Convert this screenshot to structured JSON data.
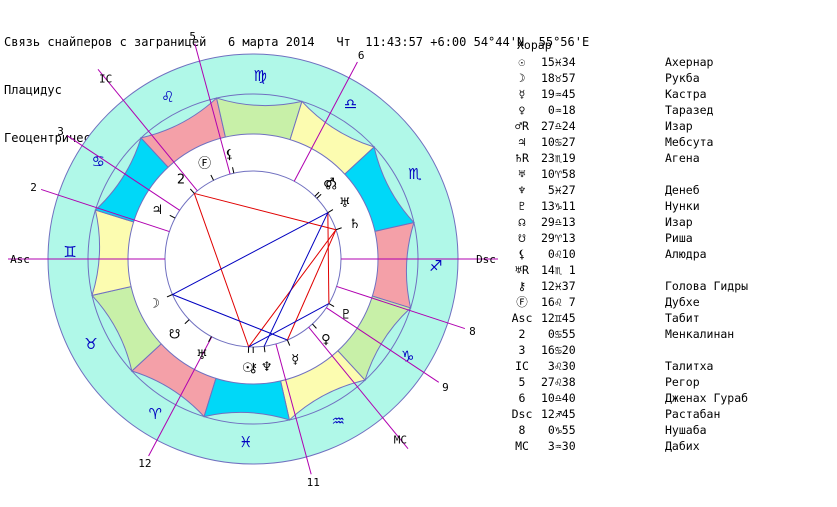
{
  "header": {
    "line1": "Связь снайперов с заграницей   6 марта 2014   Чт  11:43:57 +6:00 54°44'N  55°56'E",
    "line2": "Плацидус",
    "line3": "Геоцентрическая"
  },
  "chart": {
    "zodiac_colors": {
      "fire": "#f4a0a8",
      "earth": "#c8f0a8",
      "air": "#fcfcb0",
      "water": "#00d8f8",
      "band": "#b0f8e8"
    },
    "house_labels": [
      {
        "label": "Asc"
      },
      {
        "label": "2"
      },
      {
        "label": "3"
      },
      {
        "label": "IC"
      },
      {
        "label": "5"
      },
      {
        "label": "6"
      },
      {
        "label": "Dsc"
      },
      {
        "label": "8"
      },
      {
        "label": "9"
      },
      {
        "label": "MC"
      },
      {
        "label": "11"
      },
      {
        "label": "12"
      }
    ],
    "signs": [
      {
        "glyph": "♈",
        "element": "fire"
      },
      {
        "glyph": "♉",
        "element": "earth"
      },
      {
        "glyph": "♊",
        "element": "air"
      },
      {
        "glyph": "♋",
        "element": "water"
      },
      {
        "glyph": "♌",
        "element": "fire"
      },
      {
        "glyph": "♍",
        "element": "earth"
      },
      {
        "glyph": "♎",
        "element": "air"
      },
      {
        "glyph": "♏",
        "element": "water"
      },
      {
        "glyph": "♐",
        "element": "fire"
      },
      {
        "glyph": "♑",
        "element": "earth"
      },
      {
        "glyph": "♒",
        "element": "air"
      },
      {
        "glyph": "♓",
        "element": "water"
      }
    ],
    "planets": [
      {
        "glyph": "☉",
        "lon": 345.57
      },
      {
        "glyph": "☽",
        "lon": 48.95
      },
      {
        "glyph": "☿",
        "lon": 319.75
      },
      {
        "glyph": "♀",
        "lon": 300.3
      },
      {
        "glyph": "♂",
        "lon": 207.4
      },
      {
        "glyph": "♃",
        "lon": 100.45
      },
      {
        "glyph": "♄",
        "lon": 233.32
      },
      {
        "glyph": "♅",
        "lon": 10.97
      },
      {
        "glyph": "♆",
        "lon": 335.45
      },
      {
        "glyph": "♇",
        "lon": 283.18
      },
      {
        "glyph": "☊",
        "lon": 209.22
      },
      {
        "glyph": "☋",
        "lon": 29.22
      },
      {
        "glyph": "⚸",
        "lon": 150.17
      },
      {
        "glyph": "♅",
        "lon": 221.0
      },
      {
        "glyph": "⚷",
        "lon": 342.62
      },
      {
        "glyph": "Ⓕ",
        "lon": 136.12
      },
      {
        "glyph": "2",
        "lon": 120.92
      }
    ]
  },
  "table": {
    "title": "Хорар",
    "rows": [
      {
        "glyph": "☉",
        "pos": "15♓34",
        "star": "Ахернар"
      },
      {
        "glyph": "☽",
        "pos": "18♉57",
        "star": "Рукба"
      },
      {
        "glyph": "☿",
        "pos": "19♒45",
        "star": "Кастра"
      },
      {
        "glyph": "♀",
        "pos": " 0♒18",
        "star": "Таразед"
      },
      {
        "glyph": "♂R",
        "pos": "27♎24",
        "star": "Изар"
      },
      {
        "glyph": "♃",
        "pos": "10♋27",
        "star": "Мебсута"
      },
      {
        "glyph": "♄R",
        "pos": "23♏19",
        "star": "Агена"
      },
      {
        "glyph": "♅",
        "pos": "10♈58",
        "star": ""
      },
      {
        "glyph": "♆",
        "pos": " 5♓27",
        "star": "Денеб"
      },
      {
        "glyph": "♇",
        "pos": "13♑11",
        "star": "Нунки"
      },
      {
        "glyph": "☊",
        "pos": "29♎13",
        "star": "Изар"
      },
      {
        "glyph": "☋",
        "pos": "29♈13",
        "star": "Риша"
      },
      {
        "glyph": "⚸",
        "pos": " 0♌10",
        "star": "Алюдра"
      },
      {
        "glyph": "♅R",
        "pos": "14♏ 1",
        "star": ""
      },
      {
        "glyph": "⚷",
        "pos": "12♓37",
        "star": "Голова Гидры"
      },
      {
        "glyph": "Ⓕ",
        "pos": "16♌ 7",
        "star": "Дубхе"
      },
      {
        "glyph": "Asc",
        "pos": "12♊45",
        "star": "Табит"
      },
      {
        "glyph": "2",
        "pos": " 0♋55",
        "star": "Менкалинан"
      },
      {
        "glyph": "3",
        "pos": "16♋20",
        "star": ""
      },
      {
        "glyph": "IC",
        "pos": " 3♌30",
        "star": "Талитха"
      },
      {
        "glyph": "5",
        "pos": "27♌38",
        "star": "Регор"
      },
      {
        "glyph": "6",
        "pos": "10♎40",
        "star": "Дженах Гураб"
      },
      {
        "glyph": "Dsc",
        "pos": "12♐45",
        "star": "Растабан"
      },
      {
        "glyph": "8",
        "pos": " 0♑55",
        "star": "Нушаба"
      },
      {
        "glyph": "MC",
        "pos": " 3♒30",
        "star": "Дабих"
      }
    ]
  }
}
